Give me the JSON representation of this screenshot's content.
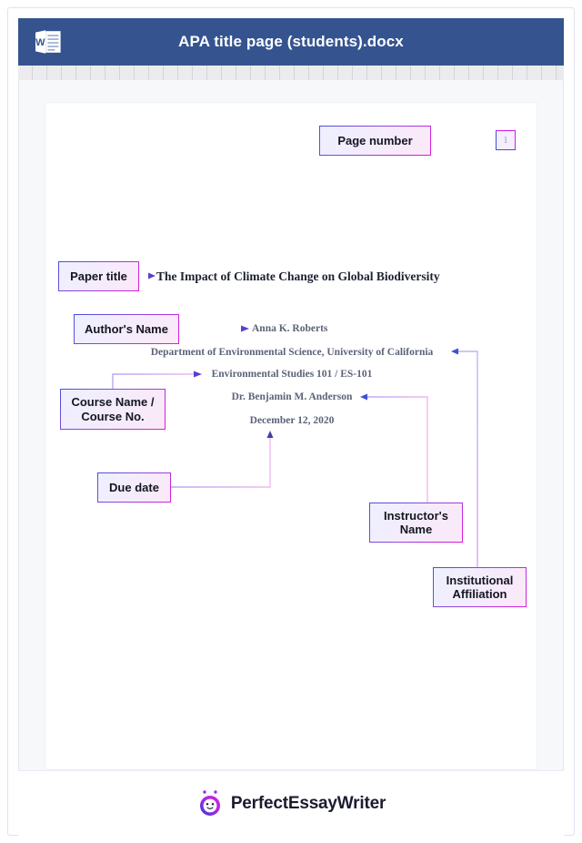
{
  "window": {
    "title": "APA title page (students).docx",
    "app_icon": "word-docx-icon",
    "titlebar_color": "#35548f"
  },
  "ruler": {
    "tick_count": 37
  },
  "document": {
    "page_number": "1",
    "lines": [
      {
        "key": "title",
        "text": "The Impact of Climate Change on Global Biodiversity"
      },
      {
        "key": "author",
        "text": "Anna K. Roberts"
      },
      {
        "key": "department",
        "text": "Department of Environmental Science, University of California"
      },
      {
        "key": "course",
        "text": "Environmental Studies 101 / ES-101"
      },
      {
        "key": "instructor",
        "text": "Dr. Benjamin M. Anderson"
      },
      {
        "key": "due_date",
        "text": "December 12, 2020"
      }
    ]
  },
  "callouts": [
    {
      "key": "page_number",
      "label": "Page number"
    },
    {
      "key": "paper_title",
      "label": "Paper title"
    },
    {
      "key": "author_name",
      "label": "Author's Name"
    },
    {
      "key": "course_name",
      "label_line1": "Course Name /",
      "label_line2": "Course No."
    },
    {
      "key": "due_date",
      "label": "Due date"
    },
    {
      "key": "instructor",
      "label_line1": "Instructor's",
      "label_line2": "Name"
    },
    {
      "key": "institutional",
      "label_line1": "Institutional",
      "label_line2": "Affiliation"
    }
  ],
  "footer": {
    "brand": "PerfectEssayWriter",
    "logo_icon": "robot-head-icon"
  },
  "colors": {
    "titlebar": "#35548f",
    "callout_border_start": "#4b4fd8",
    "callout_border_end": "#e018e0",
    "doc_text": "#5b6377",
    "connector": "#c9a4ef"
  }
}
